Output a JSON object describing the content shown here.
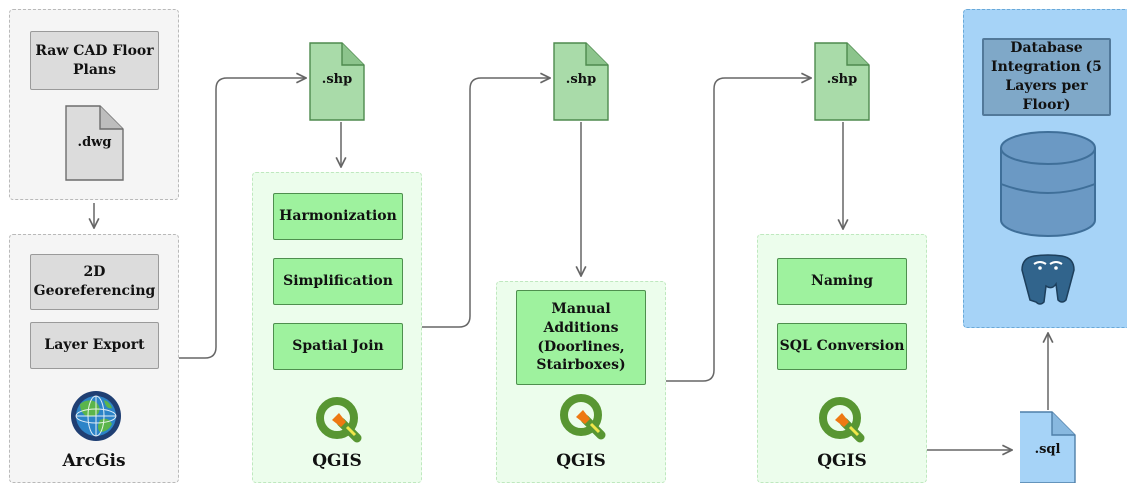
{
  "arcgis_group": {
    "raw_cad": "Raw CAD Floor Plans",
    "dwg_file": ".dwg",
    "georef": "2D Georeferencing",
    "layer_export": "Layer Export",
    "tool": "ArcGis"
  },
  "qgis_group_1": {
    "input_file": ".shp",
    "steps": [
      "Harmonization",
      "Simplification",
      "Spatial Join"
    ],
    "tool": "QGIS"
  },
  "qgis_group_2": {
    "input_file": ".shp",
    "step": "Manual Additions (Doorlines, Stairboxes)",
    "tool": "QGIS"
  },
  "qgis_group_3": {
    "input_file": ".shp",
    "steps": [
      "Naming",
      "SQL Conversion"
    ],
    "tool": "QGIS"
  },
  "database_group": {
    "title": "Database Integration (5 Layers per Floor)",
    "icon": "postgresql-elephant-icon"
  },
  "sql_file": ".sql",
  "colors": {
    "gray_group": "#f5f5f5",
    "gray_box": "#dcdcdc",
    "green_group": "#ecfdec",
    "green_box": "#9ef29e",
    "file_green": "#a9dba9",
    "blue_group": "#a6d3f7",
    "db_box": "#7fa8c8",
    "cylinder": "#6b99c4",
    "arrow": "#666666"
  }
}
